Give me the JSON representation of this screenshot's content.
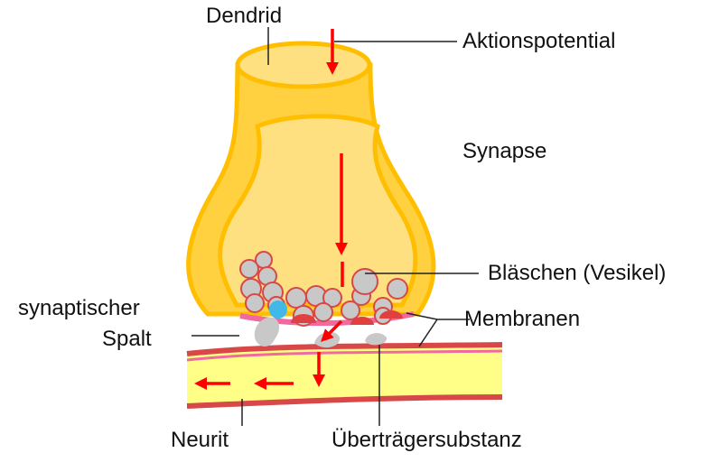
{
  "labels": {
    "dendrid": "Dendrid",
    "aktionspotential": "Aktionspotential",
    "synapse": "Synapse",
    "blaeschen": "Bläschen (Vesikel)",
    "synaptischer_line1": "synaptischer",
    "synaptischer_line2": "Spalt",
    "membranen": "Membranen",
    "neurit": "Neurit",
    "uebertraegersubstanz": "Überträgersubstanz"
  },
  "colors": {
    "synapse_fill": "#ffd040",
    "synapse_inner": "#ffe080",
    "synapse_outline": "#ffbf00",
    "membrane_pink": "#f06aa0",
    "neurit_fill": "#ffff88",
    "neurit_outline": "#d84848",
    "vesicle_fill": "#c8c8c8",
    "vesicle_outline": "#d84848",
    "arrow_red": "#ff0000",
    "receptor_red": "#e04040",
    "vesicle_blue": "#40b8e8"
  }
}
